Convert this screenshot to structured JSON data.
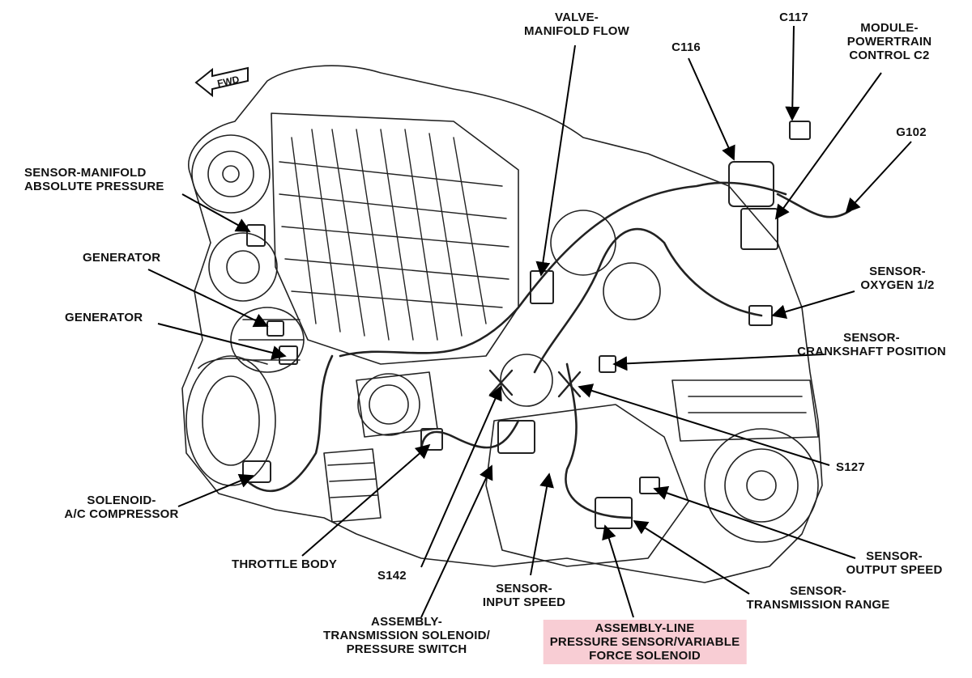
{
  "fwd_label": "FWD",
  "highlight_color": "#f8cdd4",
  "labels": {
    "valve_manifold_flow": [
      "VALVE-",
      "MANIFOLD FLOW"
    ],
    "c117": [
      "C117"
    ],
    "c116": [
      "C116"
    ],
    "module_pcm": [
      "MODULE-",
      "POWERTRAIN",
      "CONTROL C2"
    ],
    "g102": [
      "G102"
    ],
    "sensor_map": [
      "SENSOR-MANIFOLD",
      "ABSOLUTE PRESSURE"
    ],
    "generator_1": [
      "GENERATOR"
    ],
    "generator_2": [
      "GENERATOR"
    ],
    "sensor_oxygen": [
      "SENSOR-",
      "OXYGEN 1/2"
    ],
    "sensor_crankshaft": [
      "SENSOR-",
      "CRANKSHAFT POSITION"
    ],
    "s127": [
      "S127"
    ],
    "solenoid_ac": [
      "SOLENOID-",
      "A/C COMPRESSOR"
    ],
    "throttle_body": [
      "THROTTLE BODY"
    ],
    "s142": [
      "S142"
    ],
    "sensor_input_speed": [
      "SENSOR-",
      "INPUT SPEED"
    ],
    "sensor_output_speed": [
      "SENSOR-",
      "OUTPUT SPEED"
    ],
    "sensor_trans_range": [
      "SENSOR-",
      "TRANSMISSION RANGE"
    ],
    "assembly_trans_solenoid": [
      "ASSEMBLY-",
      "TRANSMISSION SOLENOID/",
      "PRESSURE SWITCH"
    ],
    "assembly_line_pressure": [
      "ASSEMBLY-LINE",
      "PRESSURE SENSOR/VARIABLE",
      "FORCE SOLENOID"
    ]
  }
}
